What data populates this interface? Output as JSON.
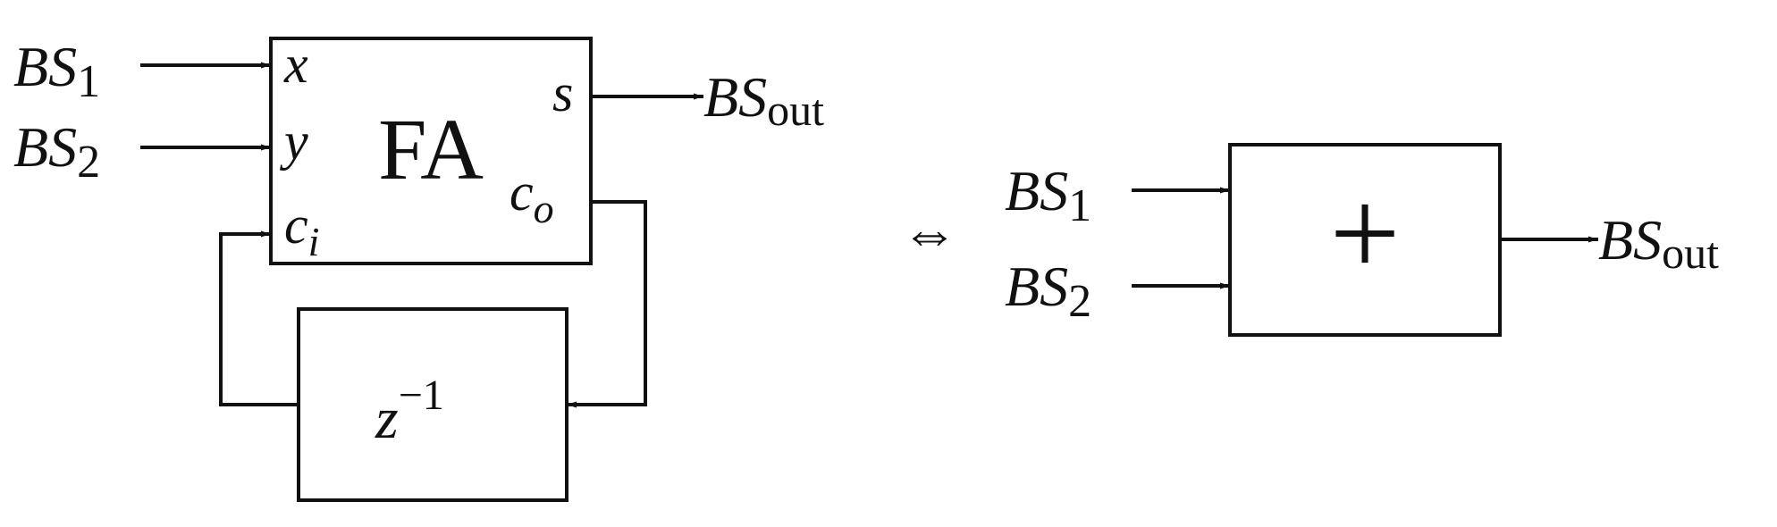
{
  "left": {
    "inputs": [
      {
        "sym": "BS",
        "sub": "1"
      },
      {
        "sym": "BS",
        "sub": "2"
      }
    ],
    "adder": {
      "label": "FA",
      "ports": {
        "x": "x",
        "y": "y",
        "ci": {
          "sym": "c",
          "sub": "i"
        },
        "s": "s",
        "co": {
          "sym": "c",
          "sub": "o"
        }
      }
    },
    "delay": {
      "base": "z",
      "exp": "−1"
    },
    "output": {
      "sym": "BS",
      "sub": "out"
    }
  },
  "equivalence": "⇔",
  "right": {
    "inputs": [
      {
        "sym": "BS",
        "sub": "1"
      },
      {
        "sym": "BS",
        "sub": "2"
      }
    ],
    "adder": {
      "label": "+"
    },
    "output": {
      "sym": "BS",
      "sub": "out"
    }
  },
  "colors": {
    "ink": "#111111",
    "background": "#ffffff"
  }
}
